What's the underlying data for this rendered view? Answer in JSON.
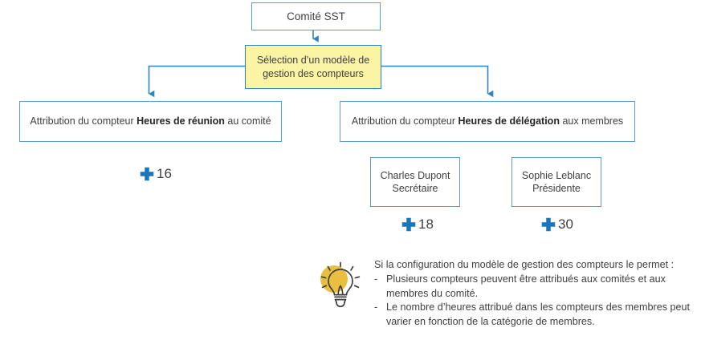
{
  "diagram": {
    "title_node": {
      "label": "Comité SST"
    },
    "decision_node": {
      "label": "Sélection d’un modèle de gestion des compteurs"
    },
    "branches": [
      {
        "id": "reunion",
        "text_before": "Attribution du compteur ",
        "text_bold": "Heures de réunion",
        "text_after": " au comité",
        "counter": {
          "icon": "plus-icon",
          "value": "16"
        }
      },
      {
        "id": "delegation",
        "text_before": "Attribution du compteur ",
        "text_bold": "Heures de délégation",
        "text_after": " aux membres"
      }
    ],
    "members": [
      {
        "name": "Charles Dupont",
        "role": "Secrétaire",
        "counter": {
          "icon": "plus-icon",
          "value": "18"
        }
      },
      {
        "name": "Sophie Leblanc",
        "role": "Présidente",
        "counter": {
          "icon": "plus-icon",
          "value": "30"
        }
      }
    ],
    "tip": {
      "icon": "lightbulb-icon",
      "lead": "Si la configuration du modèle de gestion des compteurs le permet :",
      "bullets": [
        {
          "marker": "-",
          "text": "Plusieurs compteurs peuvent être attribués aux comités et aux membres du comité."
        },
        {
          "marker": "-",
          "text": "Le nombre d’heures attribué dans les compteurs des membres peut varier en fonction de la catégorie de membres."
        }
      ]
    },
    "colors": {
      "box_border": "#5b9bd5",
      "highlight_fill": "#fbf4a4",
      "highlight_border": "#2b7fc0",
      "connector": "#2e84c3",
      "counter_blue": "#1a77bb",
      "tip_circle": "#e8bf3f",
      "text": "#404040"
    }
  }
}
